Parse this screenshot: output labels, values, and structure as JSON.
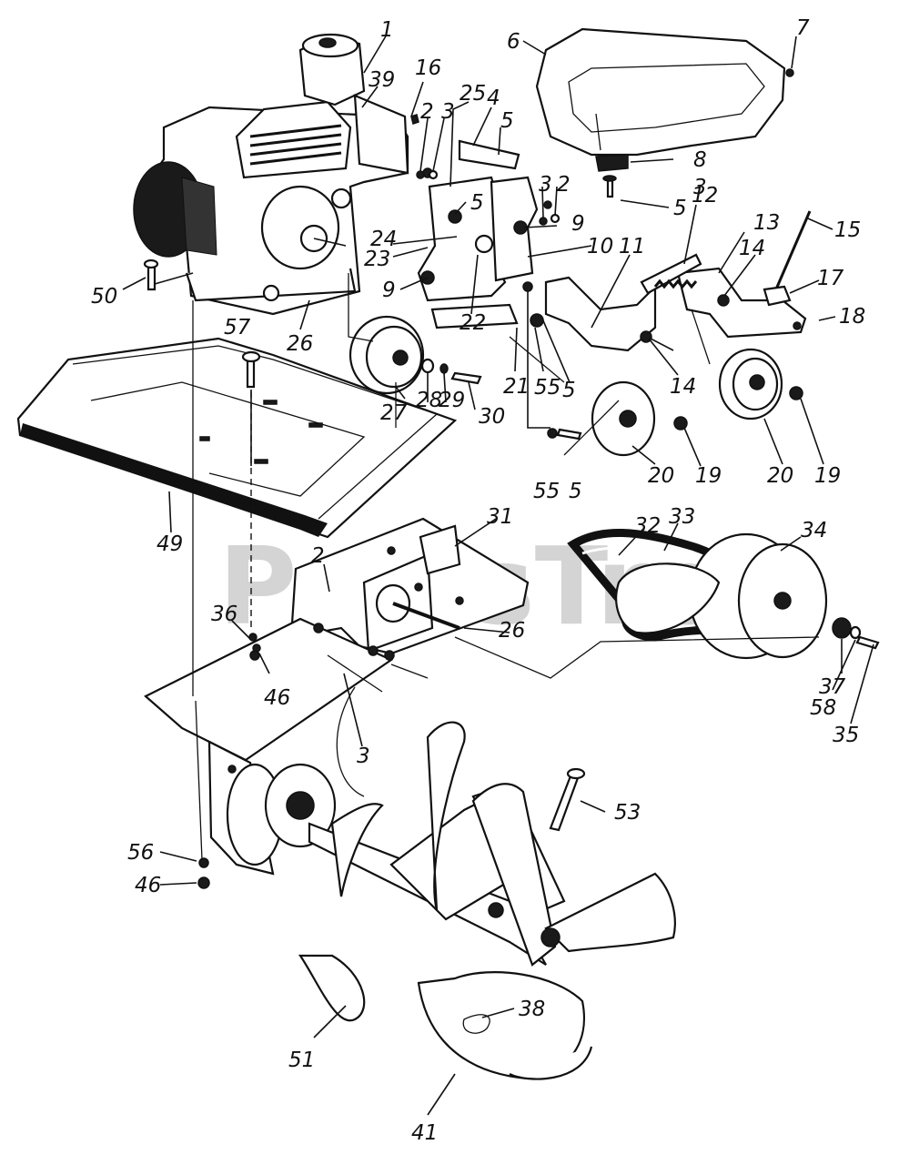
{
  "watermark": "PartsTree",
  "labels": [
    "1",
    "39",
    "16",
    "2",
    "3",
    "25",
    "4",
    "5",
    "6",
    "7",
    "8",
    "3",
    "5",
    "3",
    "2",
    "5",
    "9",
    "10",
    "24",
    "23",
    "50",
    "26",
    "9",
    "22",
    "12",
    "11",
    "13",
    "14",
    "15",
    "17",
    "18",
    "57",
    "27",
    "28",
    "29",
    "30",
    "21",
    "55",
    "5",
    "14",
    "20",
    "19",
    "20",
    "19",
    "55",
    "5",
    "49",
    "31",
    "2",
    "26",
    "32",
    "33",
    "34",
    "36",
    "46",
    "3",
    "37",
    "58",
    "35",
    "53",
    "56",
    "46",
    "38",
    "51",
    "41"
  ]
}
